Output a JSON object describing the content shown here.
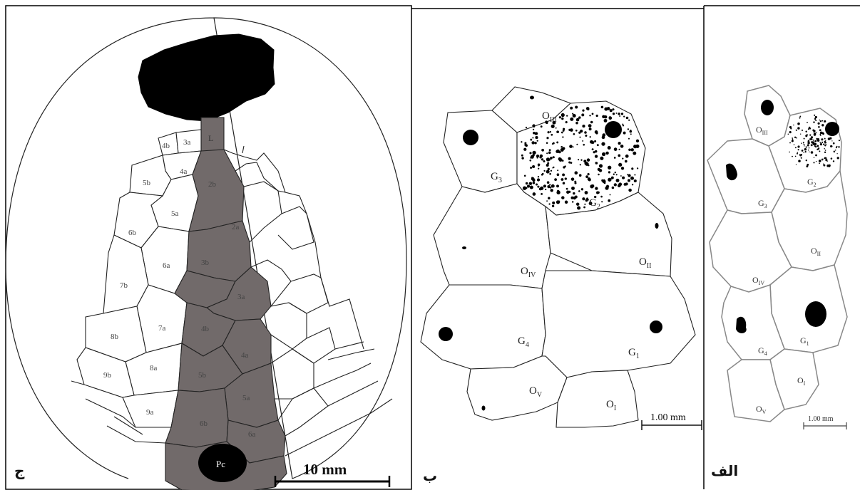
{
  "panels": {
    "c": {
      "letter": "ج",
      "scale": "10 mm",
      "top_label": "L",
      "bottom_label": "Pc",
      "left_labels": [
        "3a",
        "4b",
        "4a",
        "5b",
        "5a",
        "6b",
        "6a",
        "7b",
        "7a",
        "8b",
        "8a",
        "9b",
        "9a"
      ],
      "grey_labels": [
        "2b",
        "2a",
        "3b",
        "3a",
        "4b",
        "4a",
        "5b",
        "5a",
        "6b",
        "6a"
      ]
    },
    "b": {
      "letter": "ب",
      "scale": "1.00 mm",
      "labels": {
        "o3": "O",
        "o3_sub": "III",
        "g3": "G",
        "g3_sub": "3",
        "g2": "G",
        "g2_sub": "2",
        "o4": "O",
        "o4_sub": "IV",
        "o2": "O",
        "o2_sub": "II",
        "g4": "G",
        "g4_sub": "4",
        "g1": "G",
        "g1_sub": "1",
        "o5": "O",
        "o5_sub": "V",
        "o1": "O",
        "o1_sub": "I"
      }
    },
    "a": {
      "letter": "الف",
      "scale": "1.00 mm",
      "labels": {
        "o3": "O",
        "o3_sub": "III",
        "g2": "G",
        "g2_sub": "2",
        "g3": "G",
        "g3_sub": "3",
        "o2": "O",
        "o2_sub": "II",
        "o4": "O",
        "o4_sub": "IV",
        "g4": "G",
        "g4_sub": "4",
        "g1": "G",
        "g1_sub": "1",
        "o1": "O",
        "o1_sub": "I",
        "o5": "O",
        "o5_sub": "V"
      }
    }
  }
}
